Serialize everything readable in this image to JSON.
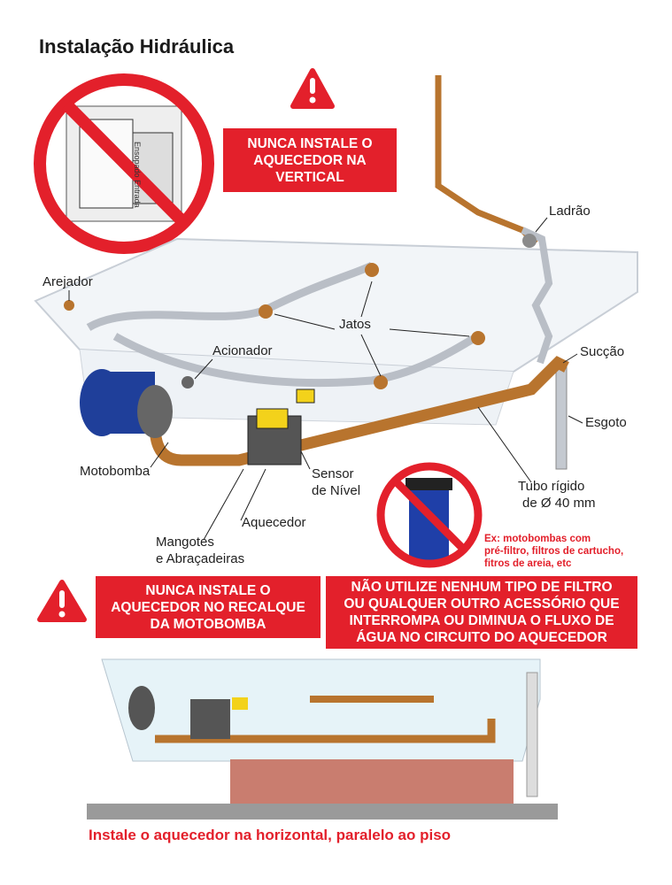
{
  "title": "Instalação Hidráulica",
  "warnings": {
    "vertical": [
      "NUNCA INSTALE O",
      "AQUECEDOR NA",
      "VERTICAL"
    ],
    "recalque": [
      "NUNCA INSTALE O",
      "AQUECEDOR NO RECALQUE",
      "DA MOTOBOMBA"
    ],
    "filtro": [
      "NÃO UTILIZE NENHUM TIPO DE FILTRO",
      "OU QUALQUER OUTRO ACESSÓRIO QUE",
      "INTERROMPA OU DIMINUA O FLUXO DE",
      "ÁGUA NO CIRCUITO DO AQUECEDOR"
    ]
  },
  "filter_note": [
    "Ex: motobombas com",
    "pré-filtro, filtros de cartucho,",
    "fitros de areia, etc"
  ],
  "heater_label_text": [
    "Ensopado",
    "Entrada"
  ],
  "labels": {
    "arejador": "Arejador",
    "jatos": "Jatos",
    "acionador": "Acionador",
    "ladrao": "Ladrão",
    "succao": "Sucção",
    "esgoto": "Esgoto",
    "motobomba": "Motobomba",
    "sensor": [
      "Sensor",
      "de Nível"
    ],
    "aquecedor": "Aquecedor",
    "mangotes": [
      "Mangotes",
      "e Abraçadeiras"
    ],
    "tubo": [
      "Tubo rígido",
      "de Ø 40 mm"
    ]
  },
  "footer": "Instale o aquecedor na horizontal, paralelo ao piso",
  "colors": {
    "red": "#e3202b",
    "copper": "#b8742e",
    "pipe_gray": "#b9bec6",
    "pump_blue": "#1f3f9a",
    "heater_yellow": "#f3d21b"
  }
}
